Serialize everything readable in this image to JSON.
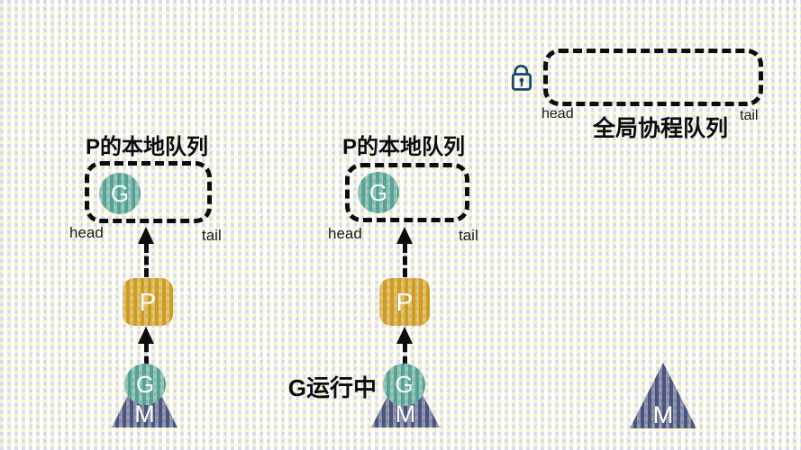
{
  "diagram": {
    "global_queue": {
      "title": "全局协程队列",
      "head_label": "head",
      "tail_label": "tail",
      "lock_icon": "unlocked-padlock-icon"
    },
    "local_queue_1": {
      "title": "P的本地队列",
      "head_label": "head",
      "tail_label": "tail",
      "goroutine_label": "G"
    },
    "local_queue_2": {
      "title": "P的本地队列",
      "head_label": "head",
      "tail_label": "tail",
      "goroutine_label": "G"
    },
    "column_1": {
      "processor_label": "P",
      "running_goroutine_label": "G",
      "machine_label": "M"
    },
    "column_2": {
      "running_status_label": "G运行中",
      "processor_label": "P",
      "running_goroutine_label": "G",
      "machine_label": "M"
    },
    "idle_machine_label": "M",
    "colors": {
      "goroutine_fill": "#55a396",
      "processor_fill": "#d09c20",
      "machine_fill": "#4a5480",
      "line_color": "#0d0d0d",
      "lock_stroke": "#17496b",
      "pattern_yellow": "#f8f3c4",
      "pattern_lavender": "#d9ddf2"
    }
  }
}
